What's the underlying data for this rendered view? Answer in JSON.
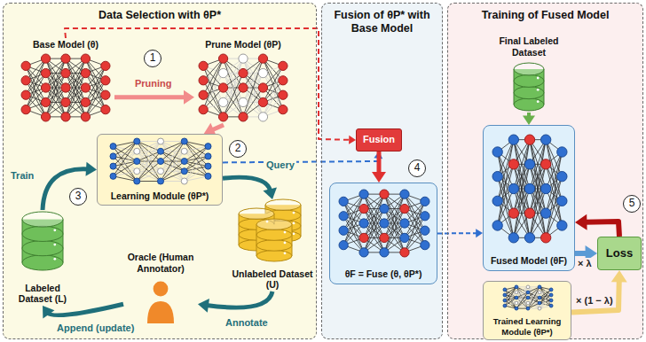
{
  "diagram": {
    "nodes": [
      {
        "text": [
          "Data Selection with θP*"
        ]
      },
      {
        "text": [
          "Base Model (θ)"
        ],
        "in": 0
      },
      {
        "text": [
          "Prune Model (θP)"
        ],
        "in": 0
      },
      {
        "text": [
          "Learning Module (θP*)"
        ],
        "in": 0
      },
      {
        "text": [
          "Labeled Dataset (L)"
        ],
        "in": 0
      },
      {
        "text": [
          "Oracle (Human Annotator)"
        ],
        "in": 0
      },
      {
        "text": [
          "Unlabeled Dataset (U)"
        ],
        "in": 0
      },
      {
        "text": [
          "Fusion of θP* with Base Model"
        ]
      },
      {
        "text": [
          "Fusion"
        ],
        "in": 7
      },
      {
        "text": [
          "θF = Fuse (θ, θP*)"
        ],
        "in": 7
      },
      {
        "text": [
          "Training of Fused Model"
        ]
      },
      {
        "text": [
          "Final Labeled Dataset"
        ],
        "in": 10
      },
      {
        "text": [
          "Fused Model (θF)"
        ],
        "in": 10
      },
      {
        "text": [
          "Loss"
        ],
        "in": 10
      },
      {
        "text": [
          "Trained Learning Module (θP*)"
        ],
        "in": 10
      }
    ],
    "edges": [
      {
        "from": 1,
        "to": 2,
        "label": "Pruning",
        "arrow": "to"
      },
      {
        "from": 2,
        "to": 3,
        "arrow": "to"
      },
      {
        "from": 3,
        "to": 6,
        "label": "Query",
        "arrow": "to"
      },
      {
        "from": 6,
        "to": 5,
        "label": "Annotate",
        "arrow": "to"
      },
      {
        "from": 5,
        "to": 4,
        "label": "Append (update)",
        "arrow": "to"
      },
      {
        "from": 4,
        "to": 3,
        "label": "Train",
        "arrow": "to"
      },
      {
        "from": 1,
        "to": 8,
        "arrow": "to"
      },
      {
        "from": 3,
        "to": 8,
        "arrow": "to"
      },
      {
        "from": 8,
        "to": 9,
        "arrow": "to"
      },
      {
        "from": 9,
        "to": 12,
        "arrow": "to"
      },
      {
        "from": 11,
        "to": 12,
        "arrow": "to"
      },
      {
        "from": 12,
        "to": 13,
        "label": "× λ",
        "arrow": "to"
      },
      {
        "from": 14,
        "to": 13,
        "label": "× (1 − λ)",
        "arrow": "to"
      },
      {
        "from": 13,
        "to": 12,
        "arrow": "to"
      }
    ],
    "labels": [
      "1",
      "2",
      "3",
      "4",
      "5"
    ]
  }
}
